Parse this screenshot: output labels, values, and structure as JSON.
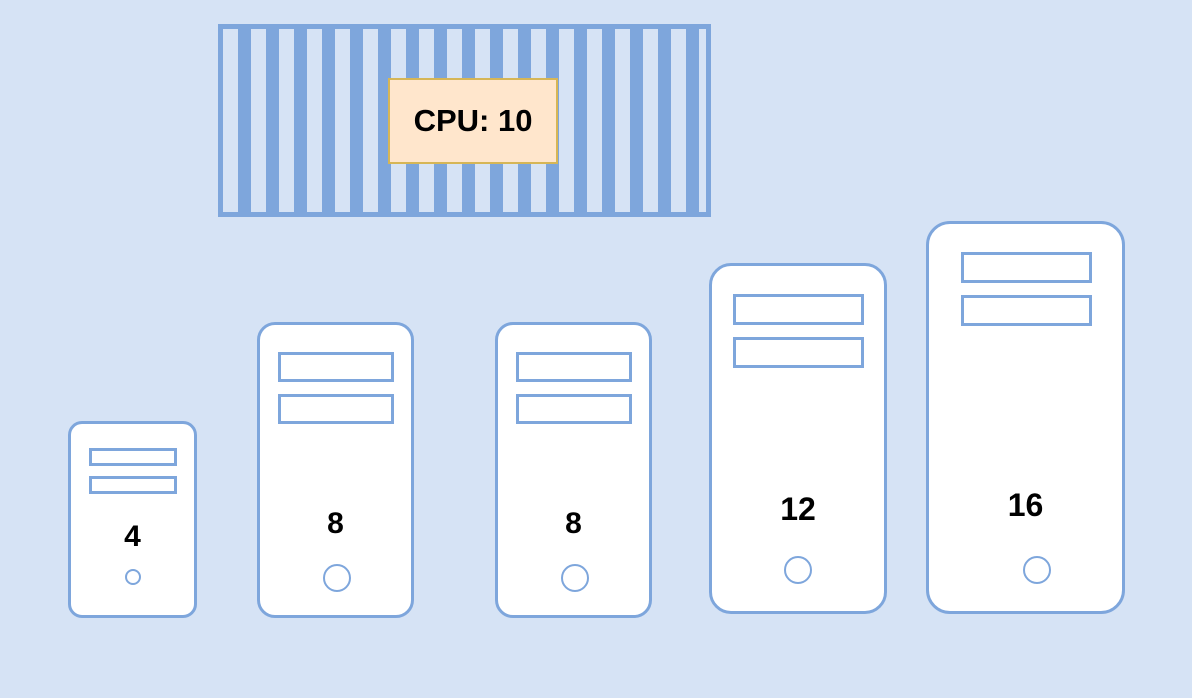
{
  "container": {
    "label": "CPU: 10"
  },
  "servers": [
    {
      "cpu": "4"
    },
    {
      "cpu": "8"
    },
    {
      "cpu": "8"
    },
    {
      "cpu": "12"
    },
    {
      "cpu": "16"
    }
  ],
  "colors": {
    "background": "#d6e3f5",
    "accent_blue": "#7ea6dc",
    "label_fill": "#ffe6cc",
    "label_border": "#d6b656"
  }
}
